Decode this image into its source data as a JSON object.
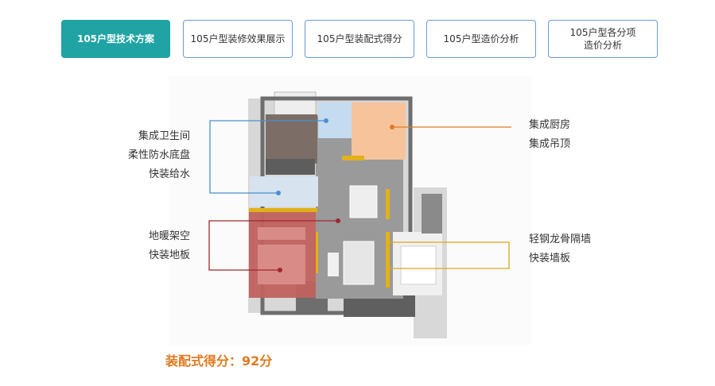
{
  "tabs": [
    {
      "label": "105户型技术方案",
      "active": true
    },
    {
      "label": "105户型装修效果展示",
      "active": false
    },
    {
      "label": "105户型装配式得分",
      "active": false
    },
    {
      "label": "105户型造价分析",
      "active": false
    },
    {
      "label": "105户型各分项\n造价分析",
      "active": false
    }
  ],
  "callouts": {
    "bathroom": [
      "集成卫生间",
      "柔性防水底盘",
      "快装给水"
    ],
    "floor": [
      "地暖架空",
      "快装地板"
    ],
    "kitchen": [
      "集成厨房",
      "集成吊顶"
    ],
    "wall": [
      "轻钢龙骨隔墙",
      "快装墙板"
    ]
  },
  "colors": {
    "accent": "#1fa3a3",
    "bathroom": "#4a8fd0",
    "floor": "#a3262b",
    "kitchen": "#e07a1f",
    "wall": "#d9a816"
  },
  "score_text": "装配式得分：92分"
}
